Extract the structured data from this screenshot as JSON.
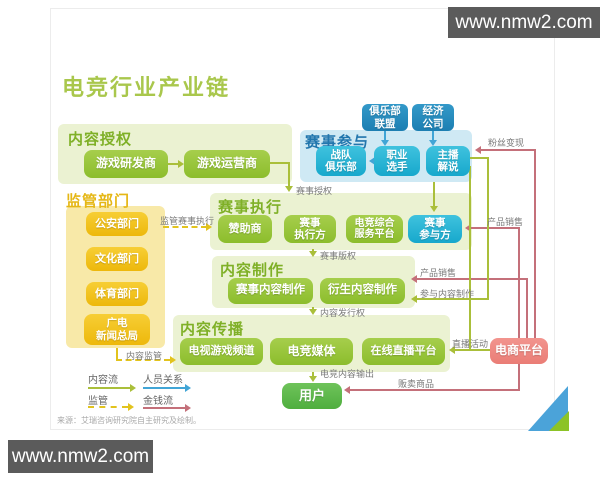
{
  "watermark": {
    "text": "www.nmw2.com"
  },
  "title": "电竞行业产业链",
  "source": "来源：艾瑞咨询研究院自主研究及绘制。",
  "sections": {
    "licensing": {
      "title": "内容授权",
      "dev": "游戏研发商",
      "op": "游戏运营商"
    },
    "regulator": {
      "title": "监管部门",
      "b1": "公安部门",
      "b2": "文化部门",
      "b3": "体育部门",
      "b4": "广电\n新闻总局"
    },
    "participation": {
      "title": "赛事参与",
      "alliance": "俱乐部\n联盟",
      "agency": "经济\n公司",
      "team": "战队\n俱乐部",
      "player": "职业\n选手",
      "streamer": "主播\n解说"
    },
    "execution": {
      "title": "赛事执行",
      "sponsor": "赞助商",
      "executor": "赛事\n执行方",
      "platform": "电竞综合\n服务平台",
      "participant": "赛事\n参与方"
    },
    "production": {
      "title": "内容制作",
      "event_content": "赛事内容制作",
      "derivative_content": "衍生内容制作"
    },
    "distribution": {
      "title": "内容传播",
      "tv": "电视游戏频道",
      "media": "电竞媒体",
      "live": "在线直播平台"
    },
    "user": {
      "label": "用户"
    },
    "ecommerce": {
      "label": "电商平台"
    }
  },
  "flow_labels": {
    "event_license": "赛事授权",
    "regulate_execution": "监管赛事执行",
    "event_copyright": "赛事版权",
    "distribution_rights": "内容发行权",
    "content_output": "电竞内容输出",
    "content_regulation": "内容监管",
    "fan_monetization": "粉丝变现",
    "product_sales_1": "产品销售",
    "product_sales_2": "产品销售",
    "join_production": "参与内容制作",
    "live_events": "直播活动",
    "sell_goods": "贩卖商品"
  },
  "legend": {
    "content_flow": "内容流",
    "personnel": "人员关系",
    "regulation": "监管",
    "money_flow": "金钱流"
  },
  "palette": {
    "green_box": "#94c23a",
    "yellow_box": "#f2c41d",
    "cyan_box": "#2cb5d6",
    "dark_blue_box": "#2a8fc3",
    "pink_box": "#ee8a84",
    "user_green": "#5eb84e",
    "panel_green": "#ebf2d2",
    "panel_yellow": "#f8e9a8",
    "panel_blue": "#cfe9f4",
    "line_green": "#aabf3a",
    "line_red": "#c4707a",
    "line_blue": "#41a5d6",
    "line_yellow": "#e2c31d",
    "title_green": "#a9c74c",
    "watermark_bg": "#5b5b5b"
  }
}
